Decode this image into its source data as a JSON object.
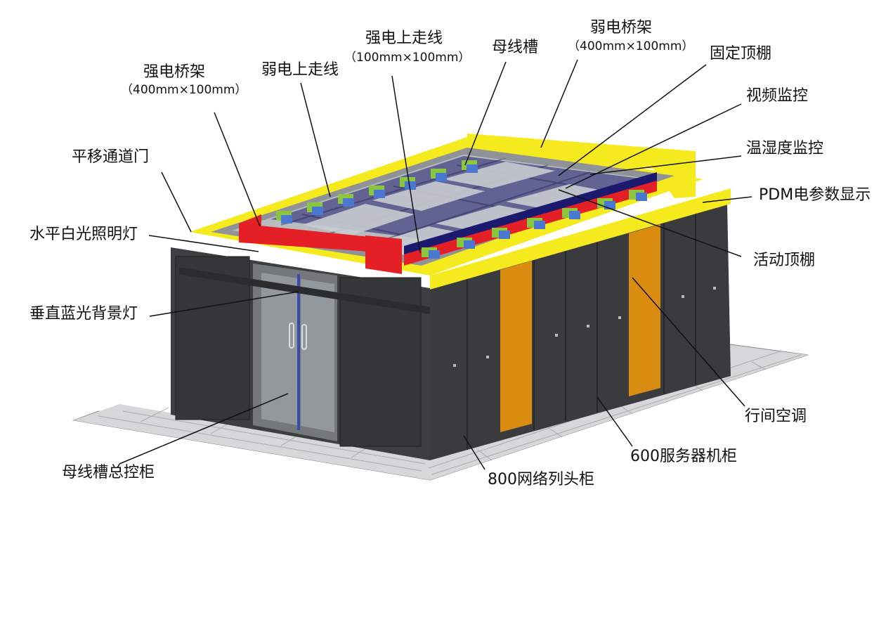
{
  "labels": {
    "strong_tray": "强电桥架",
    "strong_tray_size": "（400mm×100mm）",
    "weak_overhead": "弱电上走线",
    "strong_overhead": "强电上走线",
    "strong_overhead_size": "（100mm×100mm）",
    "busway": "母线槽",
    "weak_tray": "弱电桥架",
    "weak_tray_size": "（400mm×100mm）",
    "fixed_ceiling": "固定顶棚",
    "video_monitor": "视频监控",
    "temp_humidity": "温湿度监控",
    "pdm_display": "PDM电参数显示",
    "sliding_door": "平移通道门",
    "white_light": "水平白光照明灯",
    "blue_light": "垂直蓝光背景灯",
    "active_ceiling": "活动顶棚",
    "inrow_ac": "行间空调",
    "server_rack": "600服务器机柜",
    "network_rack": "800网络列头柜",
    "busway_cabinet": "母线槽总控柜"
  },
  "colors": {
    "yellow": "#f5ea1e",
    "red": "#e51f26",
    "orange": "#d98c10",
    "cabinet": "#3a3b3d",
    "floor": "#cfd0d2",
    "navy": "#1c1a6e"
  }
}
